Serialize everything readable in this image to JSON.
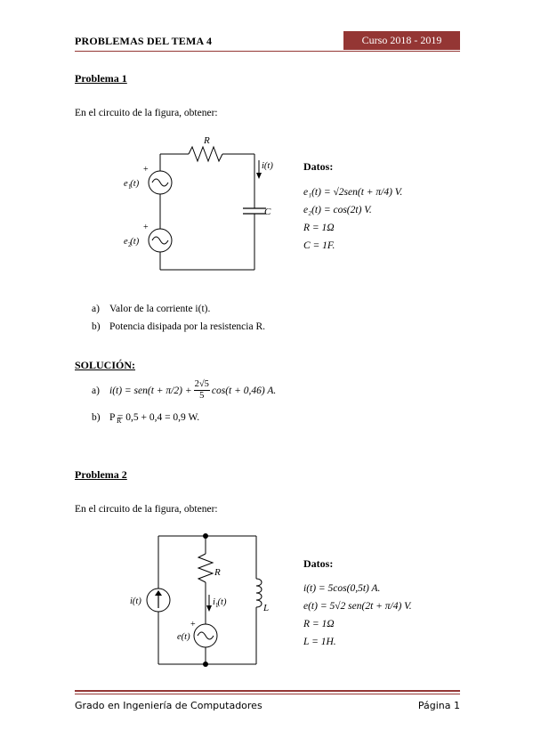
{
  "header": {
    "left": "PROBLEMAS DEL TEMA 4",
    "right": "Curso 2018 - 2019"
  },
  "problem1": {
    "title": "Problema 1",
    "intro": "En el circuito de la figura, obtener:",
    "figure": {
      "R": "R",
      "C": "C",
      "i": "i(t)",
      "e1": "e (t)",
      "e1_sub": "1",
      "e2": "e (t)",
      "e2_sub": "2",
      "plus": "+"
    },
    "datos_title": "Datos:",
    "datos": [
      "e₁(t) = √2sen(t + π/4) V.",
      "e₂(t) = cos(2t) V.",
      "R = 1Ω",
      "C = 1F."
    ],
    "questions": [
      {
        "label": "a)",
        "text": "Valor de la corriente i(t)."
      },
      {
        "label": "b)",
        "text": "Potencia disipada por la resistencia R."
      }
    ]
  },
  "solution": {
    "title": "SOLUCIÓN:",
    "a_label": "a)",
    "a_lhs": "i(t) =  sen(t + π/2) +",
    "a_frac_num": "2√5",
    "a_frac_den": "5",
    "a_rhs": "cos(t + 0,46) A.",
    "b_label": "b)",
    "b_text": "P   = 0,5 + 0,4 = 0,9 W.",
    "b_sub": "R"
  },
  "problem2": {
    "title": "Problema 2",
    "intro": "En el circuito de la figura, obtener:",
    "figure": {
      "R": "R",
      "L": "L",
      "i": "i(t)",
      "i1": "i (t)",
      "i1_sub": "1",
      "e": "e(t)",
      "plus": "+"
    },
    "datos_title": "Datos:",
    "datos": [
      "i(t) = 5cos(0,5t) A.",
      "e(t) = 5√2 sen(2t + π/4) V.",
      "R = 1Ω",
      "L = 1H."
    ]
  },
  "footer": {
    "left": "Grado en Ingeniería de Computadores",
    "right": "Página 1"
  },
  "colors": {
    "accent": "#943634"
  }
}
